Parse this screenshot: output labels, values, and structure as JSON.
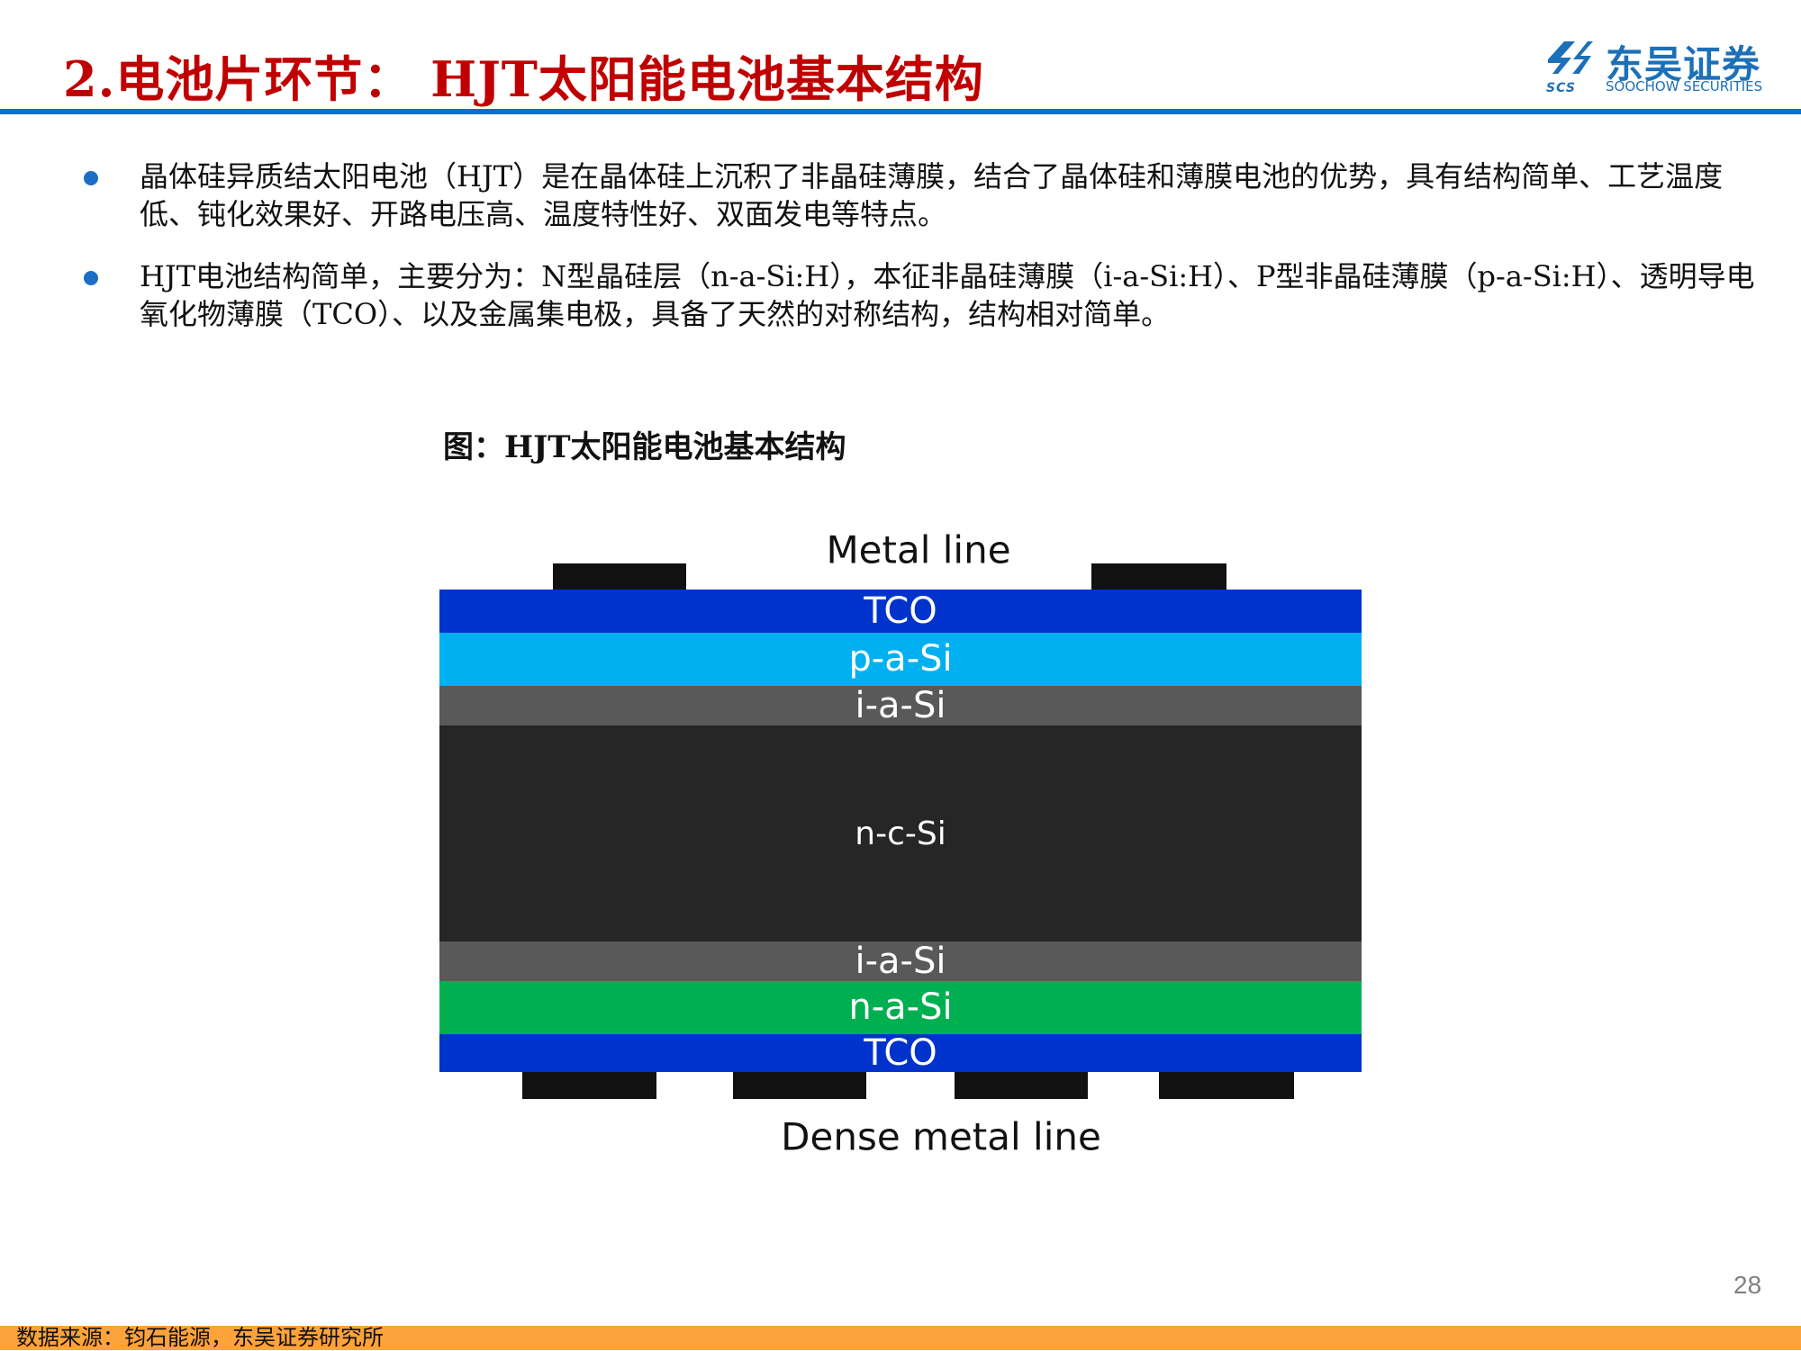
{
  "header": {
    "title": "2.电池片环节： HJT太阳能电池基本结构"
  },
  "logo": {
    "name_cn": "东吴证券",
    "name_en": "SOOCHOW SECURITIES",
    "abbr": "SCS"
  },
  "bullets": [
    "晶体硅异质结太阳电池（HJT）是在晶体硅上沉积了非晶硅薄膜，结合了晶体硅和薄膜电池的优势，具有结构简单、工艺温度低、钝化效果好、开路电压高、温度特性好、双面发电等特点。",
    "HJT电池结构简单，主要分为：N型晶硅层（n-a-Si:H），本征非晶硅薄膜（i-a-Si:H）、P型非晶硅薄膜（p-a-Si:H）、透明导电氧化物薄膜（TCO）、以及金属集电极，具备了天然的对称结构，结构相对简单。"
  ],
  "figure": {
    "caption": "图：HJT太阳能电池基本结构",
    "top_label": "Metal line",
    "bottom_label": "Dense metal line",
    "layers": [
      {
        "label": "TCO",
        "color": "#0033cc"
      },
      {
        "label": "p-a-Si",
        "color": "#00b0f0"
      },
      {
        "label": "i-a-Si",
        "color": "#595959"
      },
      {
        "label": "n-c-Si",
        "color": "#262626"
      },
      {
        "label": "i-a-Si",
        "color": "#595959"
      },
      {
        "label": "n-a-Si",
        "color": "#00b050"
      },
      {
        "label": "TCO",
        "color": "#0033cc"
      }
    ],
    "contact_color": "#111111"
  },
  "footer": {
    "source": "数据来源：钧石能源，东吴证券研究所",
    "page_number": "28"
  }
}
